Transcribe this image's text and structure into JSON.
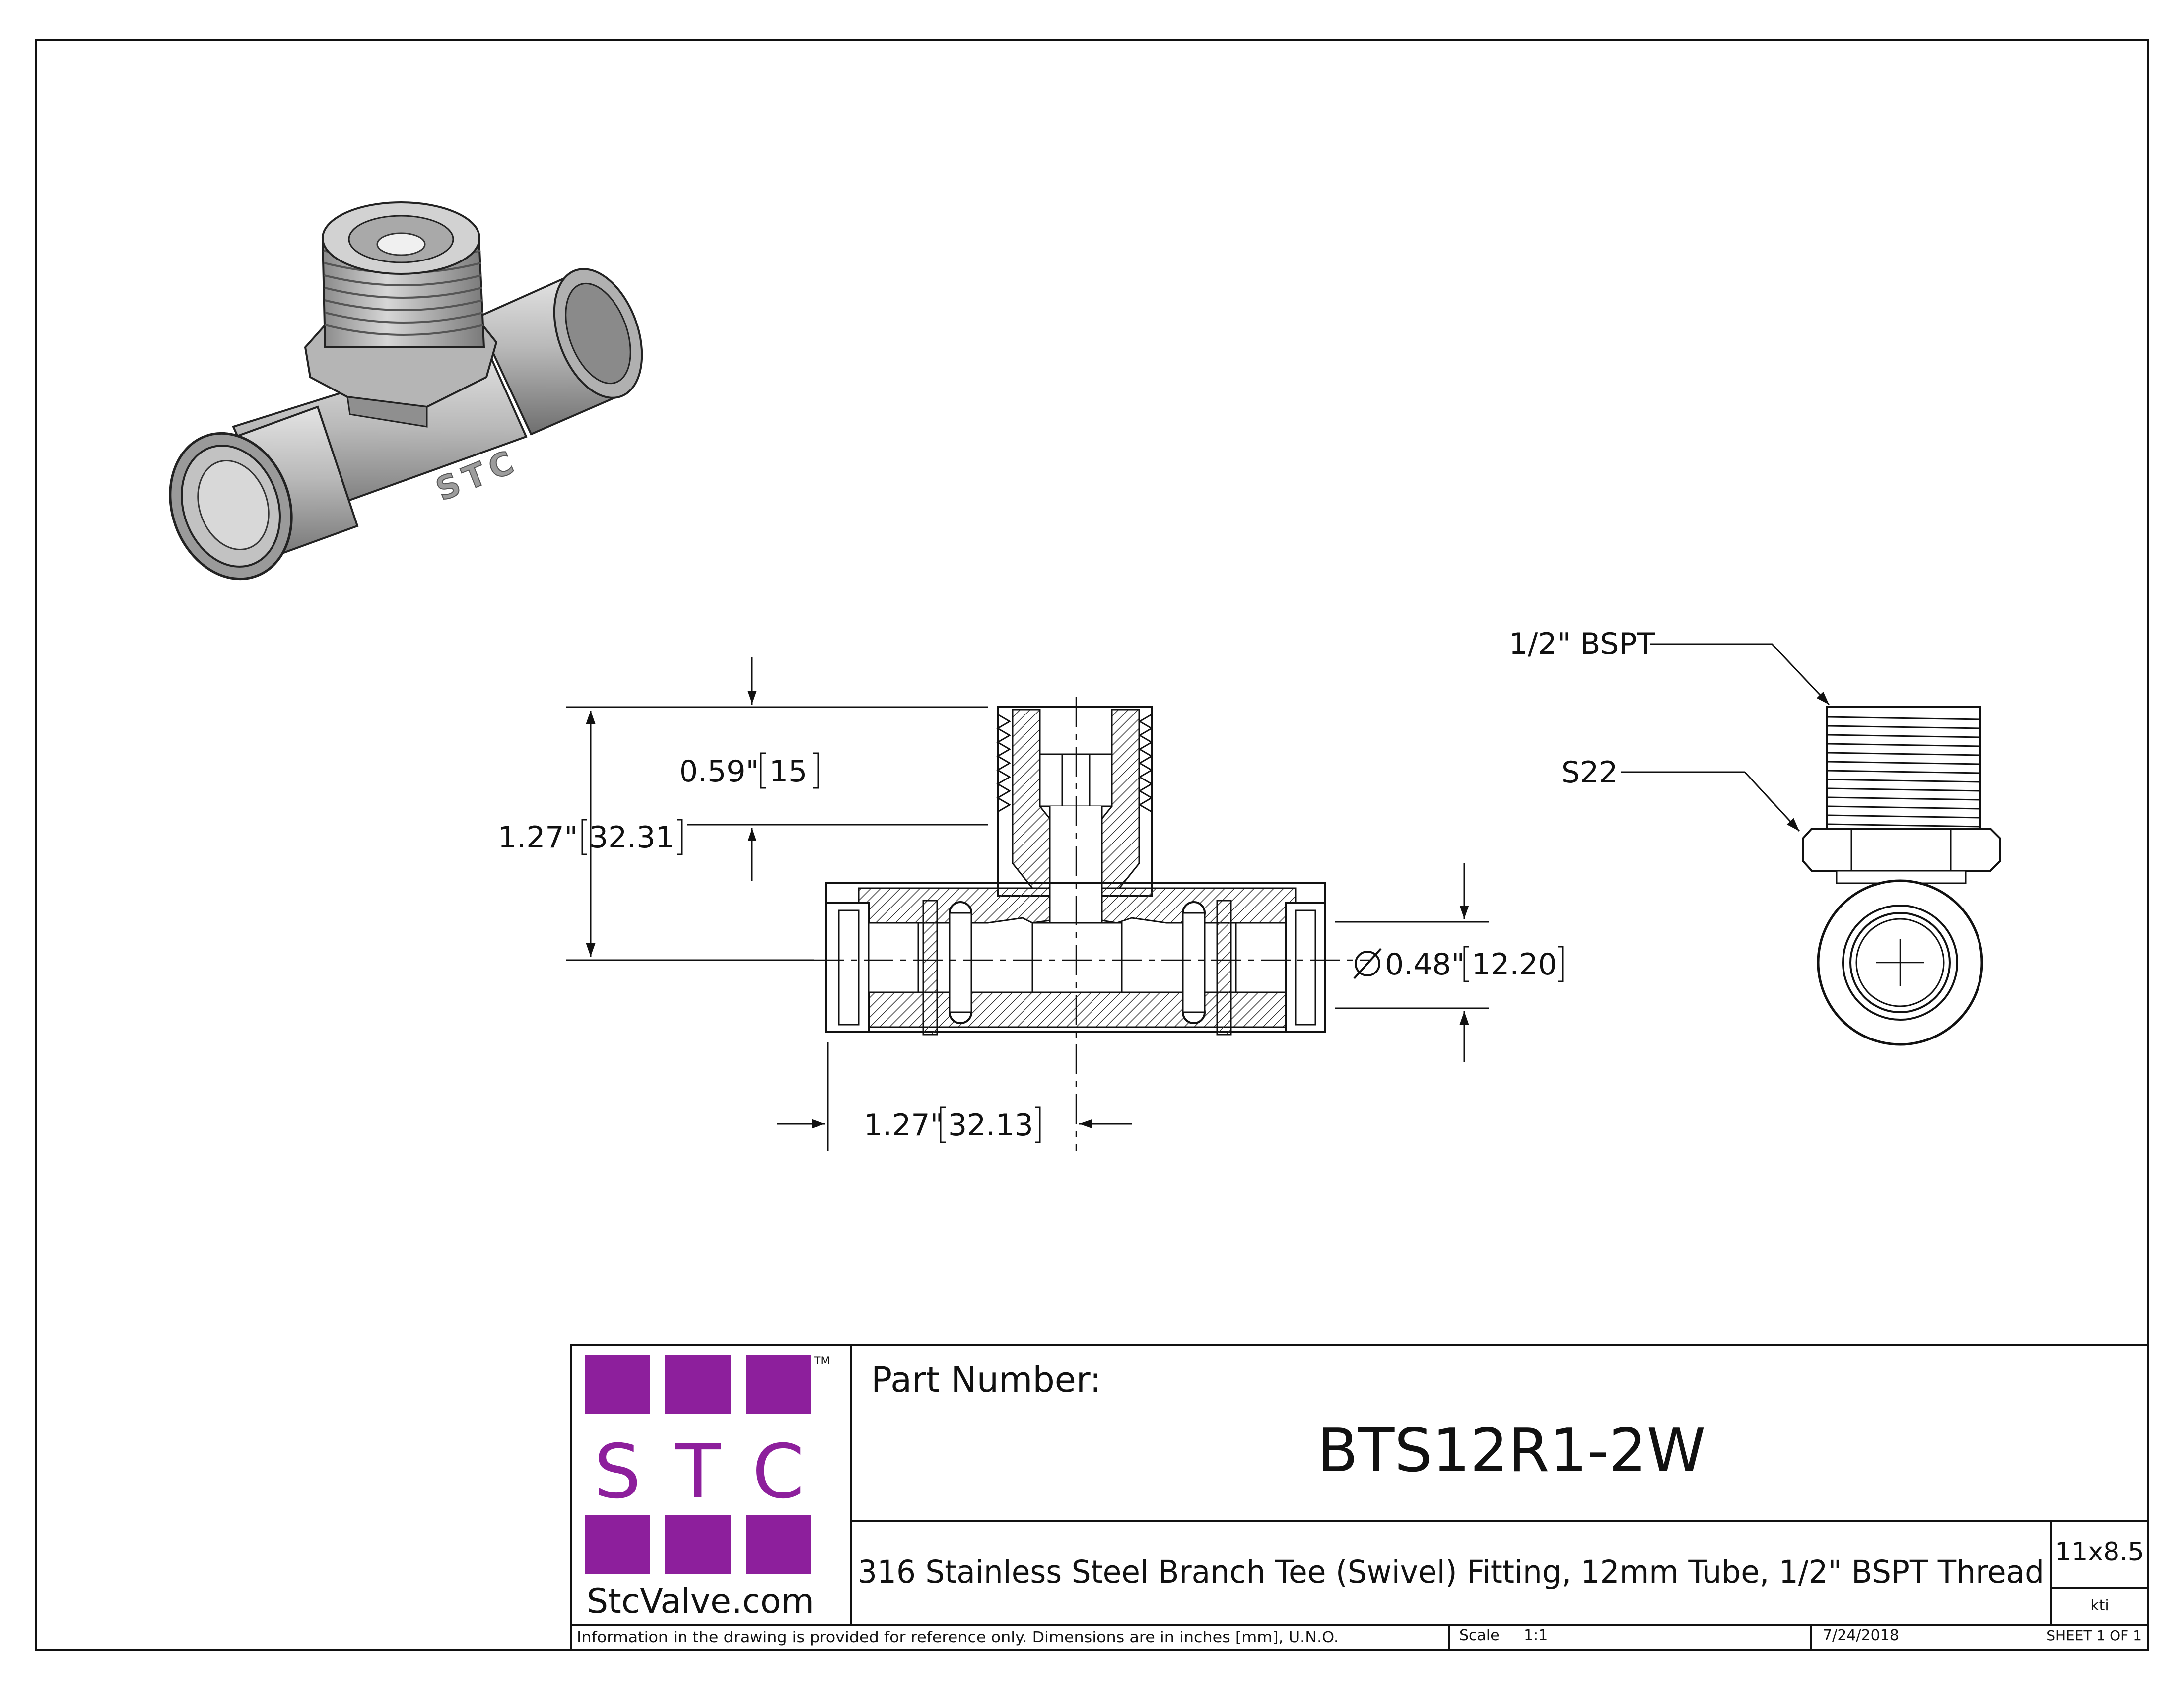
{
  "dimensions": {
    "depth": "0.59\"",
    "depth_mm": "15",
    "height": "1.27\"",
    "height_mm": "32.31",
    "diameter": "0.48\"",
    "diameter_mm": "12.20",
    "half_length": "1.27\"",
    "half_length_mm": "32.13"
  },
  "callouts": {
    "thread": "1/2\" BSPT",
    "hex": "S22"
  },
  "iso_view": {
    "embossed_text": "STC"
  },
  "title_block": {
    "logo_letters": [
      "S",
      "T",
      "C"
    ],
    "logo_trademark": "TM",
    "logo_caption": "StcValve.com",
    "part_number_label": "Part Number:",
    "part_number": "BTS12R1-2W",
    "description": "316 Stainless Steel Branch Tee (Swivel) Fitting, 12mm Tube, 1/2\" BSPT Thread",
    "size": "11x8.5",
    "drawn_by": "kti",
    "disclaimer": "Information in the drawing is provided for reference only. Dimensions are in inches [mm], U.N.O.",
    "scale_label": "Scale",
    "scale_value": "1:1",
    "date": "7/24/2018",
    "sheet": "SHEET 1 OF 1"
  },
  "colors": {
    "logo_purple": "#8d1f9c",
    "line": "#111111",
    "steel_light": "#c9c9c9",
    "steel_mid": "#9c9c9c",
    "steel_dark": "#5e5e5e"
  }
}
